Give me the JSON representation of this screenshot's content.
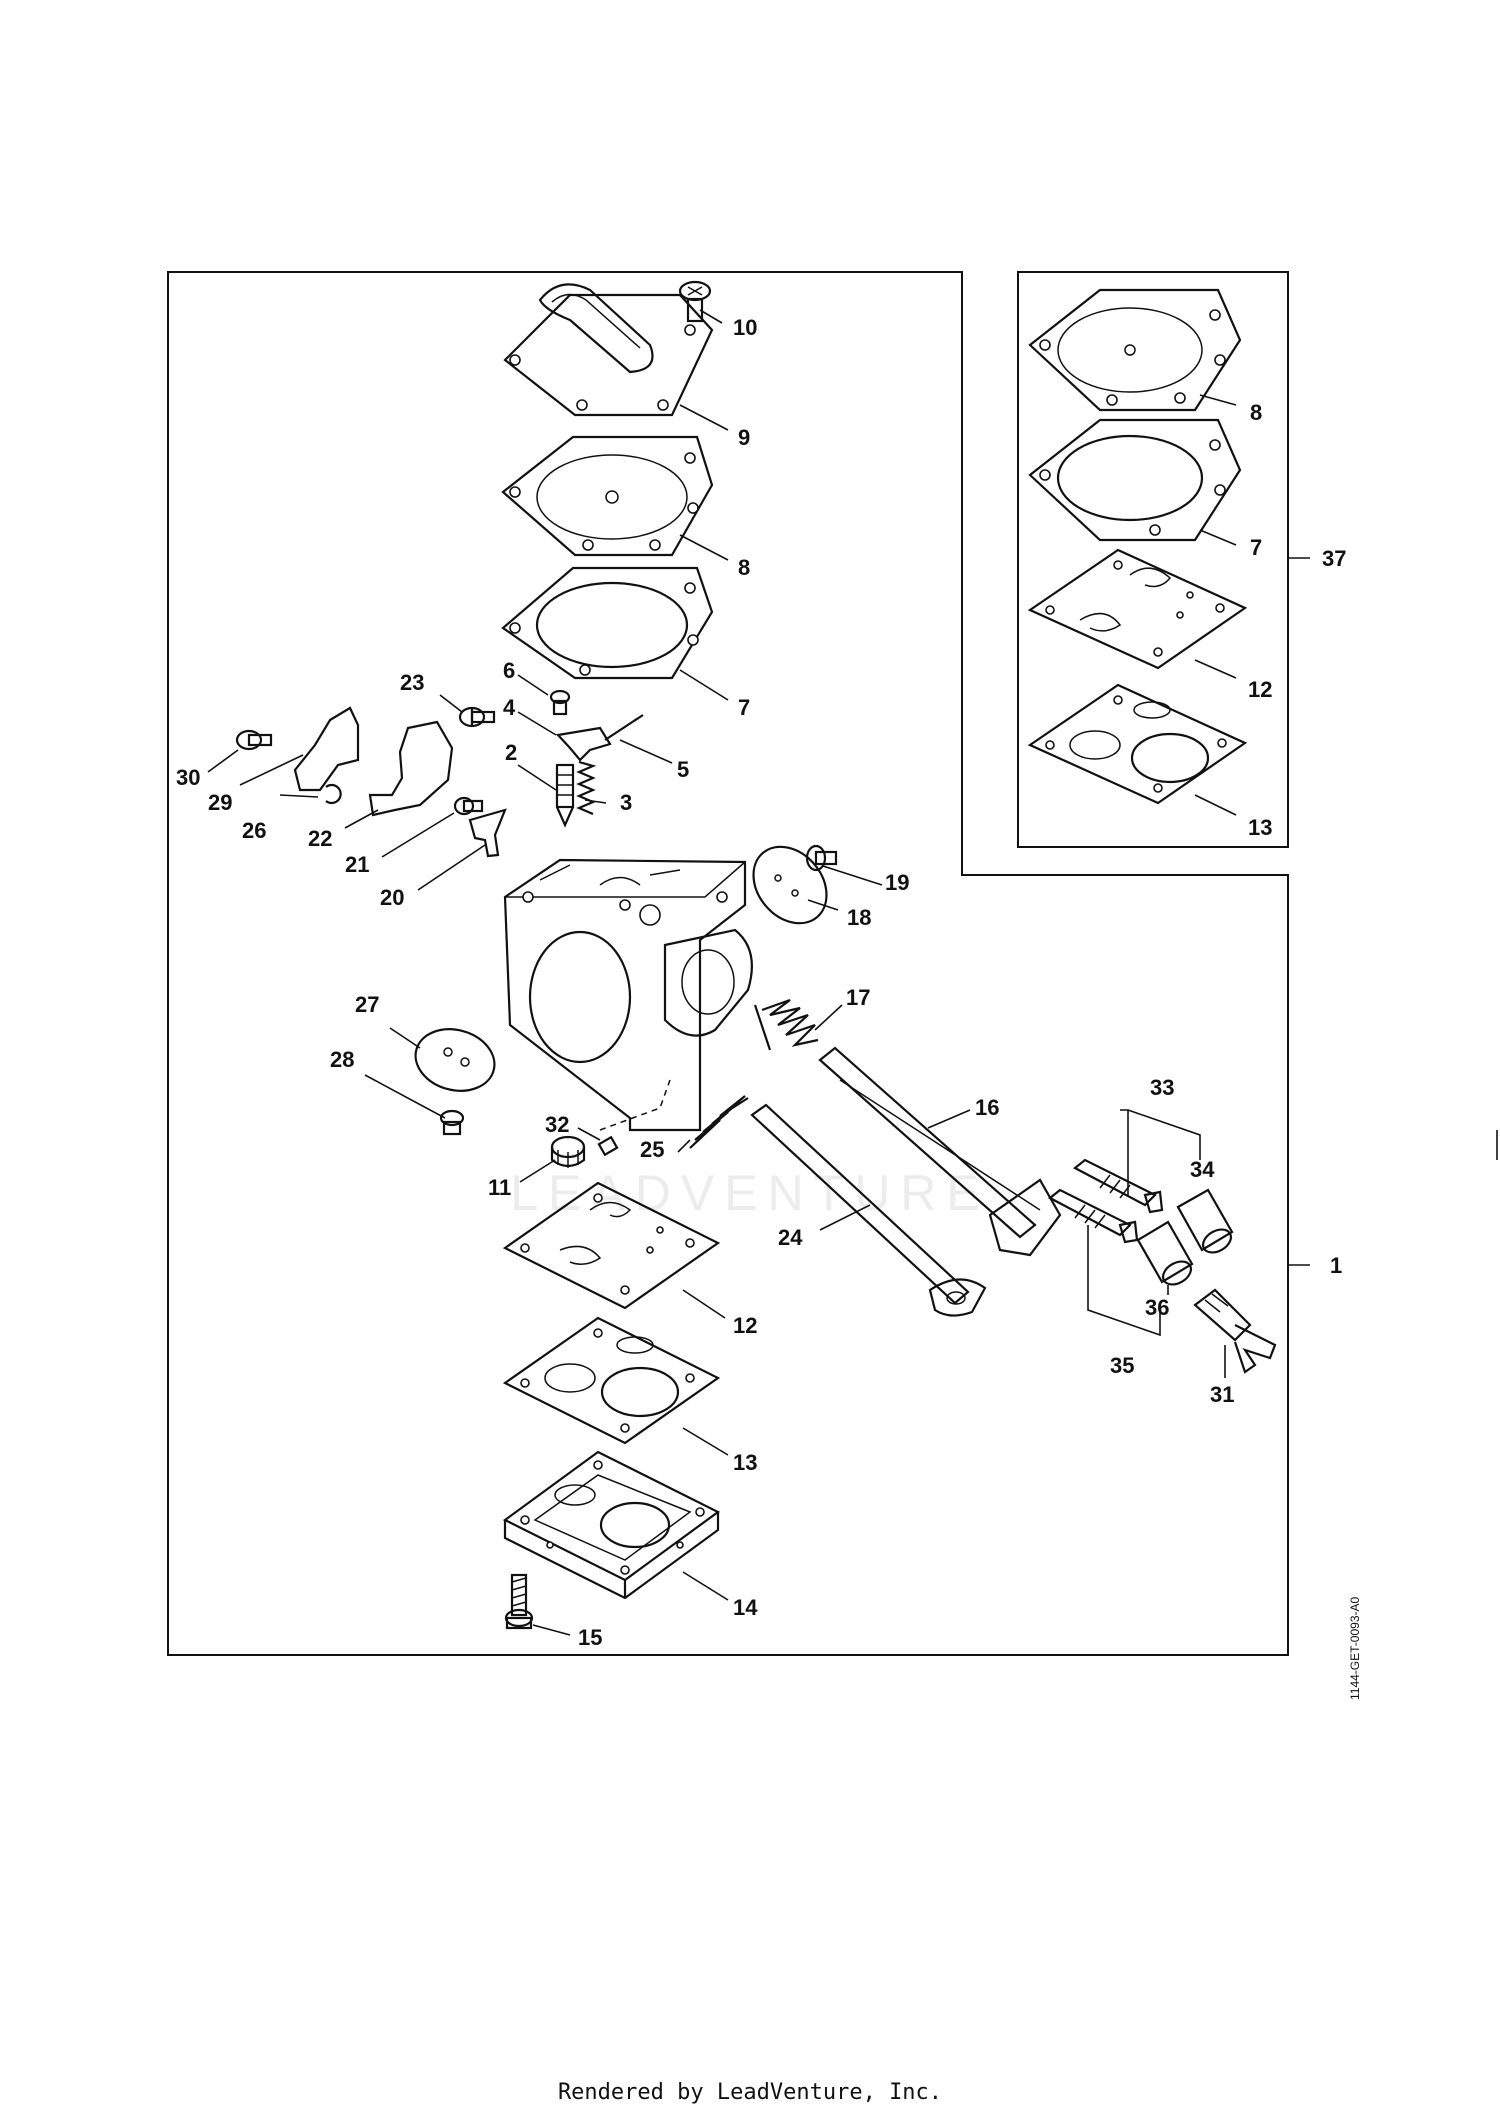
{
  "labels": {
    "l1": "1",
    "l2": "2",
    "l3": "3",
    "l4": "4",
    "l5": "5",
    "l6": "6",
    "l7": "7",
    "l8": "8",
    "l9": "9",
    "l10": "10",
    "l11": "11",
    "l12": "12",
    "l13": "13",
    "l14": "14",
    "l15": "15",
    "l16": "16",
    "l17": "17",
    "l18": "18",
    "l19": "19",
    "l20": "20",
    "l21": "21",
    "l22": "22",
    "l23": "23",
    "l24": "24",
    "l25": "25",
    "l26": "26",
    "l27": "27",
    "l28": "28",
    "l29": "29",
    "l30": "30",
    "l31": "31",
    "l32": "32",
    "l33": "33",
    "l34": "34",
    "l35": "35",
    "l36": "36",
    "k8": "8",
    "k7": "7",
    "k12": "12",
    "k13": "13",
    "k37": "37"
  },
  "doc_id": "1144-GET-0093-A0",
  "watermark": "LEADVENTURE",
  "footer": "Rendered by LeadVenture, Inc."
}
